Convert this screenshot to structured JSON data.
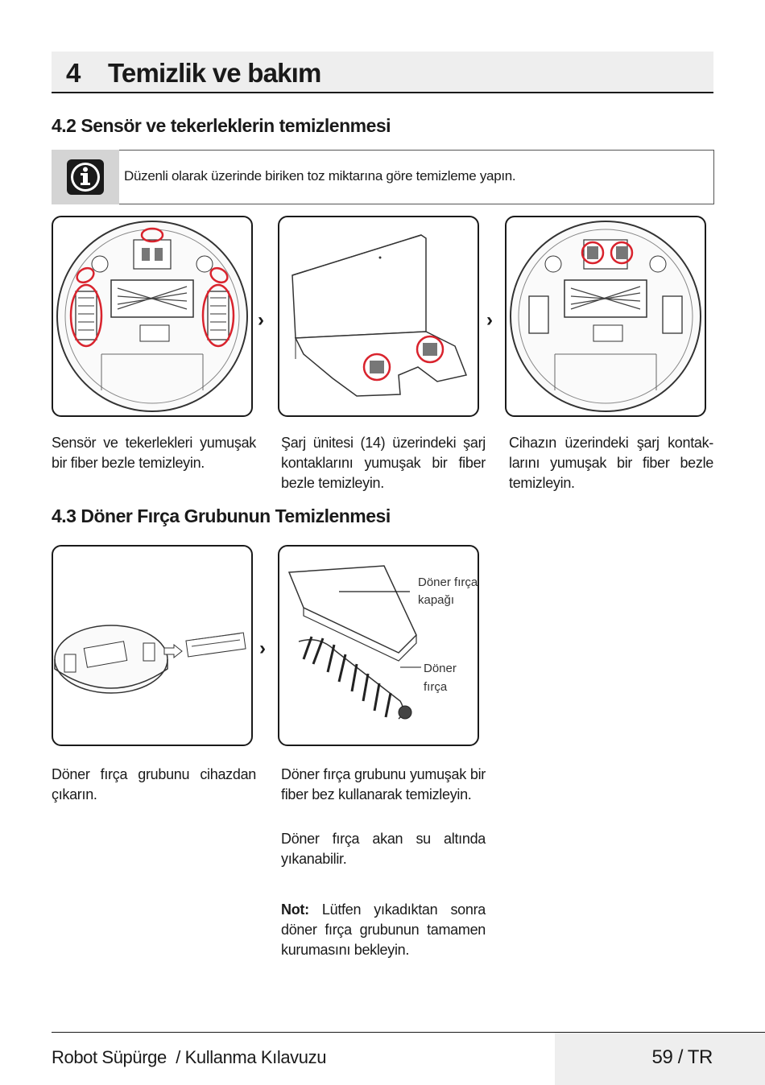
{
  "chapter": {
    "number": "4",
    "title": "Temizlik ve bakım"
  },
  "section_4_2": {
    "title": "4.2 Sensör ve tekerleklerin temizlenmesi",
    "info_text": "Düzenli olarak üzerinde biriken toz miktarına göre temizleme yapın.",
    "captions": [
      "Sensör ve tekerlekleri yumuşak bir fiber bezle temizleyin.",
      "Şarj ünitesi (14) üzerindeki şarj kontaklarını yumuşak bir fiber bezle temizleyin.",
      "Cihazın üzerindeki şarj kontak-larını yumuşak bir fiber bezle temizleyin."
    ]
  },
  "section_4_3": {
    "title": "4.3 Döner Fırça Grubunun Temizlenmesi",
    "labels": {
      "cover_1": "Döner fırça",
      "cover_2": "kapağı",
      "brush_1": "Döner",
      "brush_2": "fırça"
    },
    "caption_left": "Döner fırça grubunu cihazdan çıkarın.",
    "caption_right_1": "Döner fırça grubunu yumuşak bir fiber bez kullanarak temizleyin.",
    "caption_right_2": "Döner fırça akan su altında yıkanabilir.",
    "note_label": "Not:",
    "note_text": "Lütfen yıkadıktan sonra döner fırça grubunun tamamen kurumasını bekleyin."
  },
  "arrow_glyph": "›",
  "footer": {
    "left": "Robot Süpürge  / Kullanma Kılavuzu",
    "right": "59 / TR"
  },
  "colors": {
    "highlight": "#d9232d",
    "header_bg": "#eeeeee",
    "info_bg": "#d4d4d4"
  },
  "icons": [
    "info-icon",
    "arrow-right-icon"
  ]
}
